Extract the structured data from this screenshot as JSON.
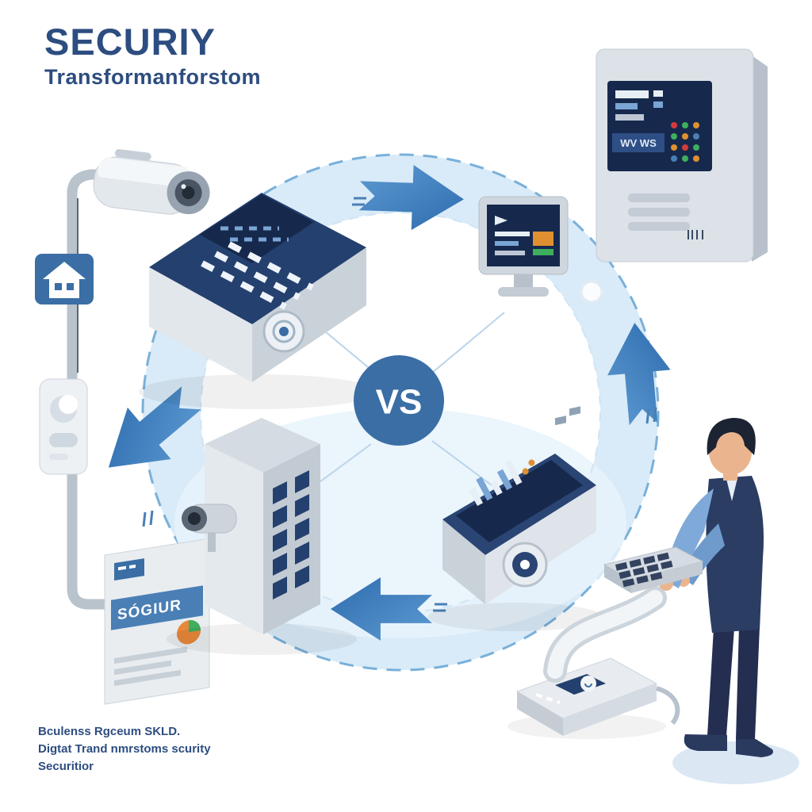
{
  "header": {
    "title": "SECURIY",
    "subtitle": "Transformanforstom"
  },
  "center": {
    "vs_label": "VS"
  },
  "card": {
    "label": "SÓGIUR"
  },
  "wall_panel": {
    "screen_text": "WV WS"
  },
  "footer": {
    "line1": "Bculenss Rgceum SKLD.",
    "line2": "Digtat Trand nmrstoms scurity",
    "line3": "Securitior"
  },
  "colors": {
    "background": "#ffffff",
    "title_text": "#2d4d80",
    "accent_blue": "#3f7ec0",
    "vs_circle": "#3a6ea5",
    "ring_stroke": "#79b0da",
    "ring_fill": "#d9ebf8",
    "device_navy": "#24406e",
    "screen_navy": "#16294d",
    "card_band": "#4a7fb5",
    "alert_orange": "#e8873a",
    "alert_green": "#3faf5f",
    "alert_red": "#d23c3c"
  }
}
